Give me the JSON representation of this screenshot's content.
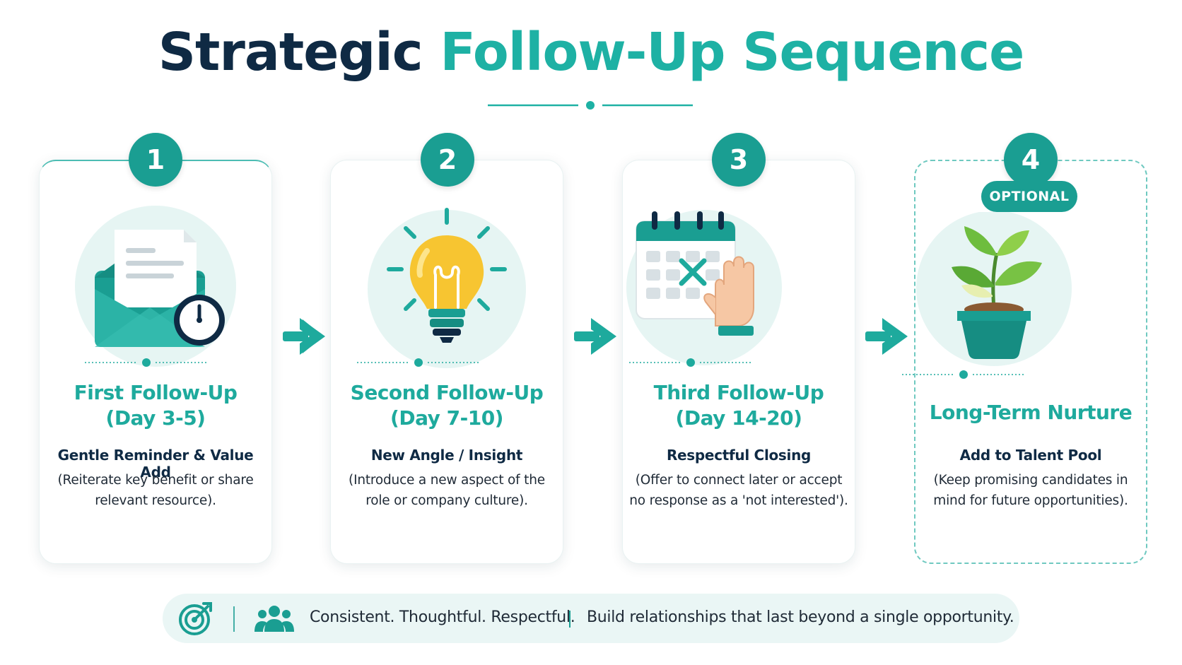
{
  "title": {
    "part1": "Strategic",
    "part2": "Follow-Up Sequence"
  },
  "colors": {
    "teal": "#1a9e92",
    "teal_light": "#1eb1a4",
    "navy": "#0f2a44",
    "bg_circle": "#eaf6f5"
  },
  "steps": [
    {
      "number": "1",
      "icon": "envelope-clock-icon",
      "title": "First Follow-Up",
      "timing": "(Day 3-5)",
      "subtitle": "Gentle Reminder & Value Add",
      "desc1": "(Reiterate key benefit or share",
      "desc2": "relevant resource)."
    },
    {
      "number": "2",
      "icon": "lightbulb-icon",
      "title": "Second Follow-Up",
      "timing": "(Day 7-10)",
      "subtitle": "New Angle / Insight",
      "desc1": "(Introduce a new aspect of the",
      "desc2": "role or company culture)."
    },
    {
      "number": "3",
      "icon": "calendar-stop-hand-icon",
      "title": "Third Follow-Up",
      "timing": "(Day 14-20)",
      "subtitle": "Respectful Closing",
      "desc1": "(Offer to connect later or accept",
      "desc2": "no response as a 'not interested')."
    },
    {
      "number": "4",
      "badge": "OPTIONAL",
      "icon": "potted-plant-icon",
      "title": "Long-Term Nurture",
      "subtitle": "Add to Talent Pool",
      "desc1": "(Keep promising candidates in",
      "desc2": "mind for future opportunities)."
    }
  ],
  "footer": {
    "icon1": "target-icon",
    "icon2": "people-icon",
    "text1": "Consistent. Thoughtful. Respectful.",
    "text2": "Build relationships that last beyond a single opportunity."
  }
}
